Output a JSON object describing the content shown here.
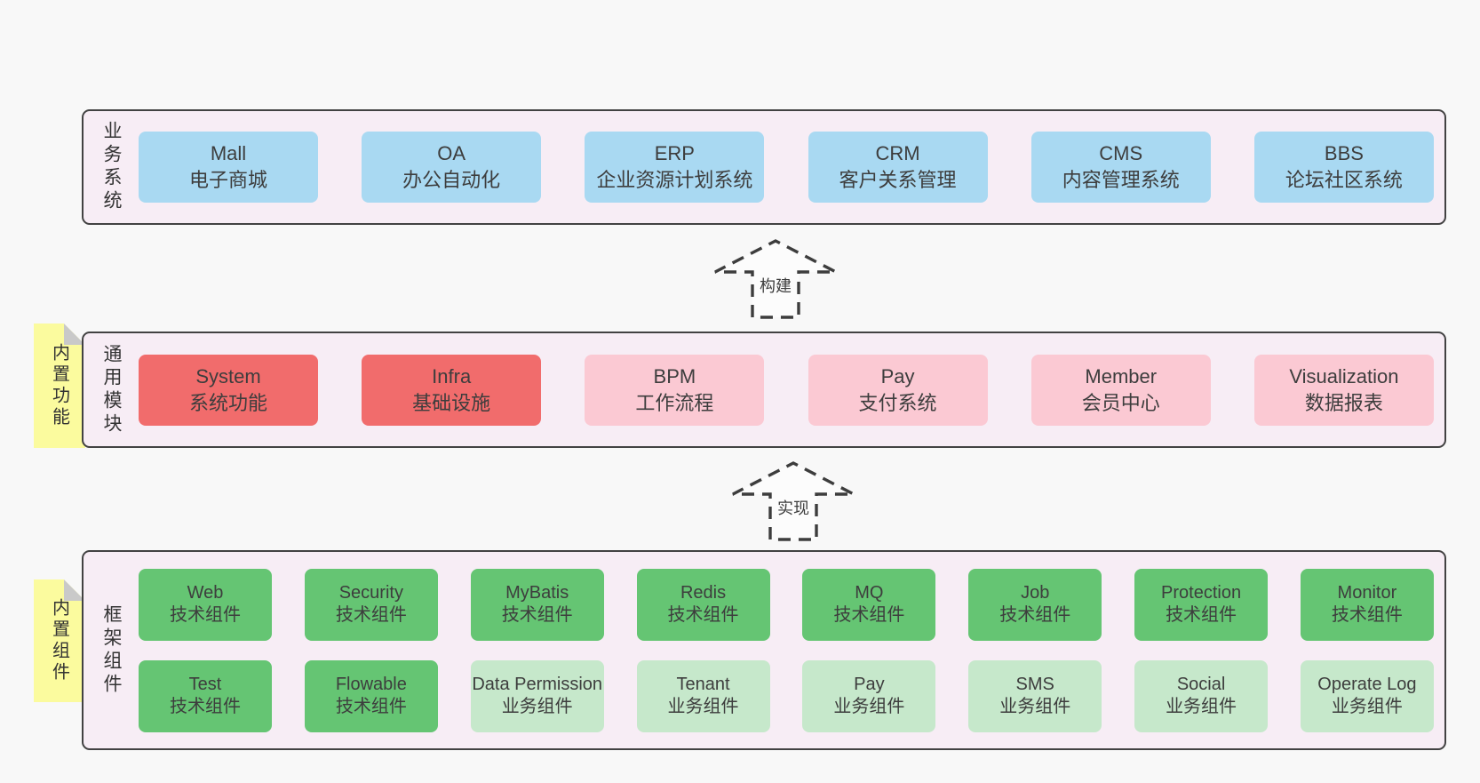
{
  "colors": {
    "page_bg": "#f8f8f8",
    "band_bg": "#f7edf5",
    "band_border": "#424242",
    "blue": "#a9d9f2",
    "red": "#f16c6c",
    "pink": "#fbc9d3",
    "green": "#65c573",
    "light_green": "#c6e8cb",
    "sticky_yellow": "#fbfb9e",
    "sticky_fold": "#c9c9c9",
    "text": "#3d3d3d"
  },
  "arrows": [
    {
      "label": "构建"
    },
    {
      "label": "实现"
    }
  ],
  "bands": [
    {
      "label": "业务系统",
      "sticky_note": null,
      "rows": [
        [
          {
            "title": "Mall",
            "subtitle": "电子商城",
            "color": "blue"
          },
          {
            "title": "OA",
            "subtitle": "办公自动化",
            "color": "blue"
          },
          {
            "title": "ERP",
            "subtitle": "企业资源计划系统",
            "color": "blue"
          },
          {
            "title": "CRM",
            "subtitle": "客户关系管理",
            "color": "blue"
          },
          {
            "title": "CMS",
            "subtitle": "内容管理系统",
            "color": "blue"
          },
          {
            "title": "BBS",
            "subtitle": "论坛社区系统",
            "color": "blue"
          }
        ]
      ]
    },
    {
      "label": "通用模块",
      "sticky_note": "内置功能",
      "rows": [
        [
          {
            "title": "System",
            "subtitle": "系统功能",
            "color": "red"
          },
          {
            "title": "Infra",
            "subtitle": "基础设施",
            "color": "red"
          },
          {
            "title": "BPM",
            "subtitle": "工作流程",
            "color": "pink"
          },
          {
            "title": "Pay",
            "subtitle": "支付系统",
            "color": "pink"
          },
          {
            "title": "Member",
            "subtitle": "会员中心",
            "color": "pink"
          },
          {
            "title": "Visualization",
            "subtitle": "数据报表",
            "color": "pink"
          }
        ]
      ]
    },
    {
      "label": "框架组件",
      "sticky_note": "内置组件",
      "rows": [
        [
          {
            "title": "Web",
            "subtitle": "技术组件",
            "color": "green"
          },
          {
            "title": "Security",
            "subtitle": "技术组件",
            "color": "green"
          },
          {
            "title": "MyBatis",
            "subtitle": "技术组件",
            "color": "green"
          },
          {
            "title": "Redis",
            "subtitle": "技术组件",
            "color": "green"
          },
          {
            "title": "MQ",
            "subtitle": "技术组件",
            "color": "green"
          },
          {
            "title": "Job",
            "subtitle": "技术组件",
            "color": "green"
          },
          {
            "title": "Protection",
            "subtitle": "技术组件",
            "color": "green"
          },
          {
            "title": "Monitor",
            "subtitle": "技术组件",
            "color": "green"
          }
        ],
        [
          {
            "title": "Test",
            "subtitle": "技术组件",
            "color": "green"
          },
          {
            "title": "Flowable",
            "subtitle": "技术组件",
            "color": "green"
          },
          {
            "title": "Data Permission",
            "subtitle": "业务组件",
            "color": "lgreen"
          },
          {
            "title": "Tenant",
            "subtitle": "业务组件",
            "color": "lgreen"
          },
          {
            "title": "Pay",
            "subtitle": "业务组件",
            "color": "lgreen"
          },
          {
            "title": "SMS",
            "subtitle": "业务组件",
            "color": "lgreen"
          },
          {
            "title": "Social",
            "subtitle": "业务组件",
            "color": "lgreen"
          },
          {
            "title": "Operate Log",
            "subtitle": "业务组件",
            "color": "lgreen"
          }
        ]
      ]
    }
  ]
}
